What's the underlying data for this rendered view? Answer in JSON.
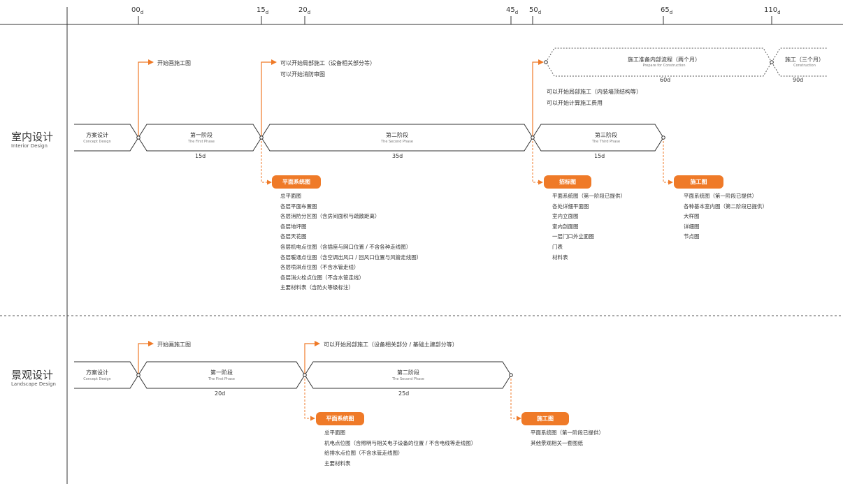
{
  "timeline": {
    "ticks": [
      {
        "num": "00",
        "unit": "d"
      },
      {
        "num": "15",
        "unit": "d"
      },
      {
        "num": "20",
        "unit": "d"
      },
      {
        "num": "45",
        "unit": "d"
      },
      {
        "num": "50",
        "unit": "d"
      },
      {
        "num": "65",
        "unit": "d"
      },
      {
        "num": "110",
        "unit": "d"
      }
    ]
  },
  "interior": {
    "title": "室内设计",
    "title_en": "Interior Design",
    "phases": [
      {
        "cn": "方案设计",
        "en": "Concept Design",
        "duration": ""
      },
      {
        "cn": "第一阶段",
        "en": "The First Phase",
        "duration": "15d"
      },
      {
        "cn": "第二阶段",
        "en": "The Second Phase",
        "duration": "35d"
      },
      {
        "cn": "第三阶段",
        "en": "The Third Phase",
        "duration": "15d"
      }
    ],
    "prep": {
      "cn": "施工准备内部流程（两个月）",
      "en": "Prepare for Construction",
      "duration": "60d"
    },
    "construction": {
      "cn": "施工（三个月）",
      "en": "Construction",
      "duration": "90d"
    },
    "notes": [
      {
        "lines": [
          "开始画施工图"
        ]
      },
      {
        "lines": [
          "可以开始局部施工（设备相关部分等）",
          "可以开始消防审图"
        ]
      },
      {
        "lines": [
          "可以开始局部施工（内装墙顶结构等）",
          "可以开始计算施工费用"
        ]
      }
    ],
    "deliverables": [
      {
        "badge": "平面系统图",
        "items": [
          "总平面图",
          "各层平面布置图",
          "各层消防分区图（含房间面积与疏散距离）",
          "各层地坪图",
          "各层天花图",
          "各层机电点位图（含插座与网口位置 / 不含各种走线图）",
          "各层暖通点位图（含空调出风口 / 回风口位置与风管走线图）",
          "各层喷淋点位图（不含水管走线）",
          "各层消火栓点位图（不含水管走线）",
          "主要材料表（含防火等级标注）"
        ]
      },
      {
        "badge": "招标图",
        "items": [
          "平面系统图（第一阶段已提供）",
          "各处详细平面图",
          "室内立面图",
          "室内剖面图",
          "一层门口外立面图",
          "门表",
          "材料表"
        ]
      },
      {
        "badge": "施工图",
        "items": [
          "平面系统图（第一阶段已提供）",
          "各种基本室内图（第二阶段已提供）",
          "大样图",
          "详细图",
          "节点图"
        ]
      }
    ]
  },
  "landscape": {
    "title": "景观设计",
    "title_en": "Landscape Design",
    "phases": [
      {
        "cn": "方案设计",
        "en": "Concept Design",
        "duration": ""
      },
      {
        "cn": "第一阶段",
        "en": "The First Phase",
        "duration": "20d"
      },
      {
        "cn": "第二阶段",
        "en": "The Second Phase",
        "duration": "25d"
      }
    ],
    "notes": [
      {
        "lines": [
          "开始画施工图"
        ]
      },
      {
        "lines": [
          "可以开始局部施工（设备相关部分 / 基础土建部分等）"
        ]
      }
    ],
    "deliverables": [
      {
        "badge": "平面系统图",
        "items": [
          "总平面图",
          "机电点位图（含照明与相关电子设备的位置 / 不含电线等走线图）",
          "给排水点位图（不含水管走线图）",
          "主要材料表"
        ]
      },
      {
        "badge": "施工图",
        "items": [
          "平面系统图（第一阶段已提供）",
          "其他景观相关一套图纸"
        ]
      }
    ]
  },
  "colors": {
    "accent": "#ef7a28",
    "line": "#333333",
    "dashed": "#555555"
  }
}
